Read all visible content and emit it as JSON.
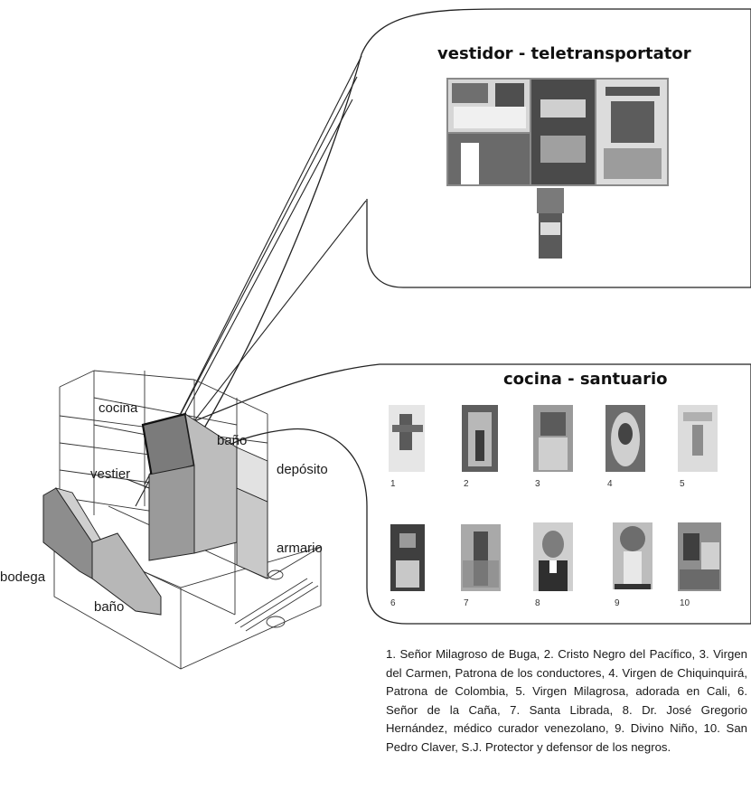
{
  "bubble_top": {
    "title": "vestidor - teletransportator"
  },
  "bubble_bottom": {
    "title": "cocina - santuario",
    "numbers": [
      "1",
      "2",
      "3",
      "4",
      "5",
      "6",
      "7",
      "8",
      "9",
      "10"
    ]
  },
  "building": {
    "labels": {
      "cocina": "cocina",
      "bano_upper": "baño",
      "vestier": "vestier",
      "deposito": "depósito",
      "armario": "armario",
      "bodega": "bodega",
      "bano_lower": "baño"
    }
  },
  "caption": "1. Señor Milagroso de Buga, 2. Cristo Negro del Pacífico, 3. Virgen del Carmen, Patrona de los conductores, 4. Virgen de Chiquinquirá, Patrona de Colombia, 5. Virgen Milagrosa, adorada en Cali, 6. Señor de la Caña, 7. Santa Librada, 8. Dr. José Gregorio Hernández, médico curador venezolano, 9. Divino Niño, 10. San Pedro Claver, S.J. Protector y defensor de los negros."
}
